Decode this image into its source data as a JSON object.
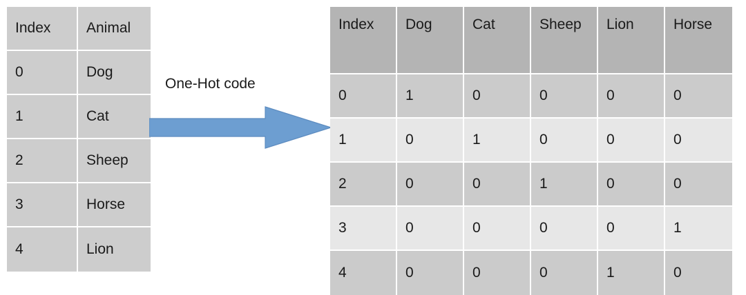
{
  "diagram": {
    "title": "One-Hot code",
    "arrow": {
      "label": "One-Hot code",
      "direction": "right",
      "color": "#6d9ed1",
      "edge_color": "#5d8cc0"
    },
    "colors": {
      "source_cell_bg": "#cdcdcd",
      "encoded_header_bg": "#b4b4b4",
      "encoded_band_dark": "#cbcbcb",
      "encoded_band_light": "#e7e7e7",
      "grid_line": "#ffffff",
      "text": "#1a1a1a",
      "page_bg": "#ffffff"
    }
  },
  "source_table": {
    "name": "animal-index-table",
    "headers": [
      "Index",
      "Animal"
    ],
    "rows": [
      [
        "0",
        "Dog"
      ],
      [
        "1",
        "Cat"
      ],
      [
        "2",
        "Sheep"
      ],
      [
        "3",
        "Horse"
      ],
      [
        "4",
        "Lion"
      ]
    ]
  },
  "encoded_table": {
    "name": "one-hot-encoded-table",
    "headers": [
      "Index",
      "Dog",
      "Cat",
      "Sheep",
      "Lion",
      "Horse"
    ],
    "rows": [
      [
        "0",
        "1",
        "0",
        "0",
        "0",
        "0"
      ],
      [
        "1",
        "0",
        "1",
        "0",
        "0",
        "0"
      ],
      [
        "2",
        "0",
        "0",
        "1",
        "0",
        "0"
      ],
      [
        "3",
        "0",
        "0",
        "0",
        "0",
        "1"
      ],
      [
        "4",
        "0",
        "0",
        "0",
        "1",
        "0"
      ]
    ]
  }
}
